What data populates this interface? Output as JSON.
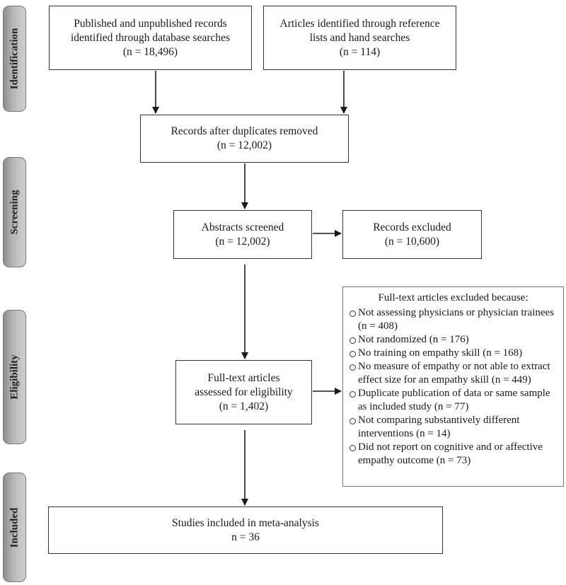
{
  "phases": {
    "identification": "Identification",
    "screening": "Screening",
    "eligibility": "Eligibility",
    "included": "Included"
  },
  "boxes": {
    "db_records": {
      "line1": "Published and unpublished records",
      "line2": "identified through database searches",
      "count": "(n = 18,496)"
    },
    "hand_search": {
      "line1": "Articles identified through reference",
      "line2": "lists and hand searches",
      "count": "(n = 114)"
    },
    "duplicates_removed": {
      "line1": "Records after duplicates removed",
      "count": "(n = 12,002)"
    },
    "abstracts_screened": {
      "line1": "Abstracts screened",
      "count": "(n = 12,002)"
    },
    "records_excluded": {
      "line1": "Records excluded",
      "count": "(n = 10,600)"
    },
    "fulltext_assessed": {
      "line1": "Full-text articles",
      "line2": "assessed for eligibility",
      "count": "(n = 1,402)"
    },
    "included_studies": {
      "line1": "Studies included in meta-analysis",
      "count": "n = 36"
    }
  },
  "exclusions": {
    "title": "Full-text articles excluded because:",
    "reasons": [
      "Not assessing physicians or physician trainees (n = 408)",
      "Not randomized (n = 176)",
      "No training on empathy skill (n = 168)",
      "No measure of empathy or not able to extract effect size for an empathy skill (n = 449)",
      "Duplicate publication of data or same sample as included study (n = 77)",
      "Not comparing substantively different interventions (n = 14)",
      "Did not report on cognitive and or affective empathy outcome (n = 73)"
    ]
  }
}
